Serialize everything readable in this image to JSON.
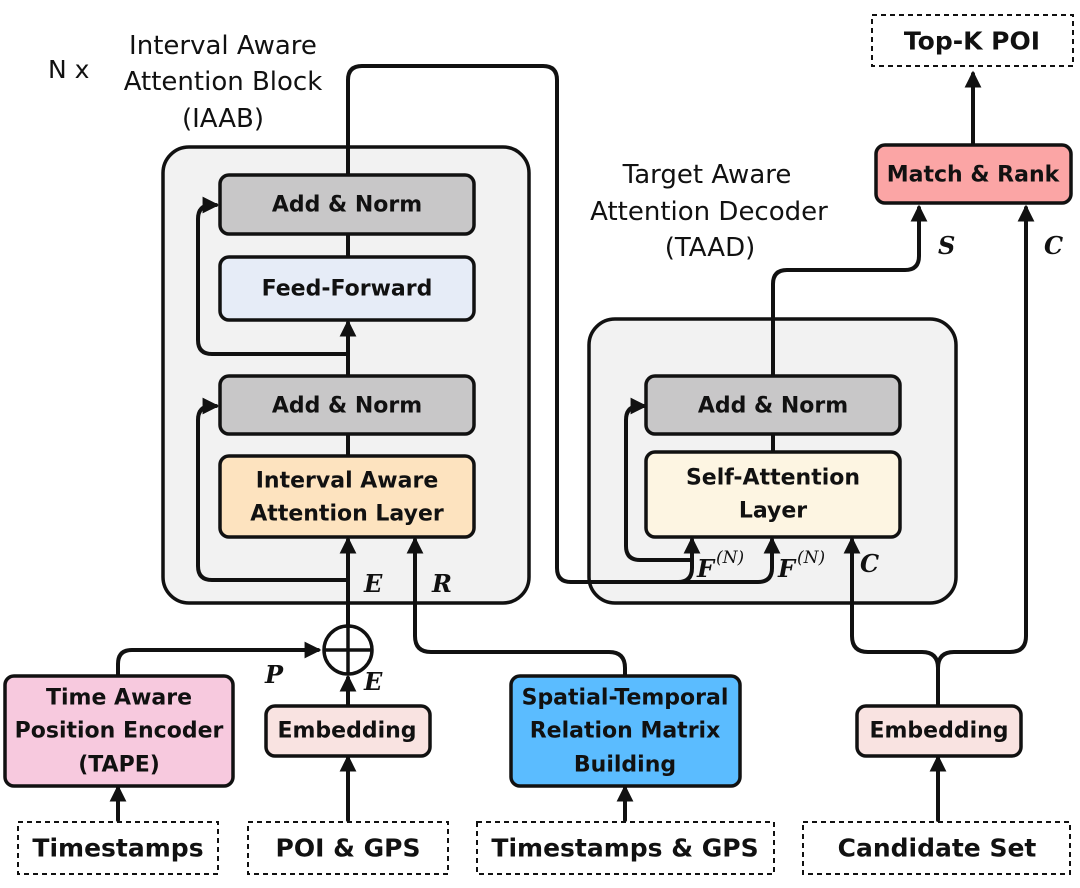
{
  "colors": {
    "gray_box": "#c8c7c8",
    "feed_forward": "#e6ecf7",
    "interval_layer": "#fde3bf",
    "self_attention": "#fdf5e2",
    "match_rank": "#fba5a5",
    "tape": "#f7c9de",
    "embedding": "#f9e3e1",
    "stm": "#5bbcff",
    "panel": "#f2f2f2"
  },
  "iaab": {
    "repeat": "N x",
    "title_lines": [
      "Interval Aware",
      "Attention Block",
      "(IAAB)"
    ],
    "add_norm_top": "Add & Norm",
    "feed_forward": "Feed-Forward",
    "add_norm_bottom": "Add & Norm",
    "attention_lines": [
      "Interval Aware",
      "Attention Layer"
    ],
    "label_e": "E",
    "label_r": "R"
  },
  "taad": {
    "title_lines": [
      "Target Aware",
      "Attention Decoder",
      "(TAAD)"
    ],
    "add_norm": "Add & Norm",
    "attention_lines": [
      "Self-Attention",
      "Layer"
    ],
    "f_base": "F",
    "f_sup": "(N)",
    "label_c": "C"
  },
  "output": {
    "top_k": "Top-K POI",
    "match_rank": "Match & Rank",
    "label_s": "S",
    "label_c": "C"
  },
  "encoders": {
    "tape_lines": [
      "Time Aware",
      "Position Encoder",
      "(TAPE)"
    ],
    "embedding_poi": "Embedding",
    "stm_lines": [
      "Spatial-Temporal",
      "Relation Matrix",
      "Building"
    ],
    "embedding_candidate": "Embedding",
    "label_p": "P",
    "label_e": "E"
  },
  "inputs": {
    "timestamps": "Timestamps",
    "poi_gps": "POI & GPS",
    "timestamps_gps": "Timestamps & GPS",
    "candidate_set": "Candidate Set"
  }
}
